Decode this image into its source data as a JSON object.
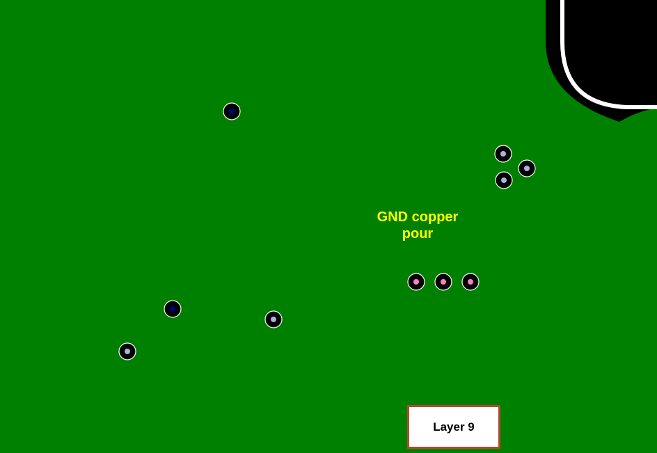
{
  "board": {
    "background_color": "#008000",
    "pour_label": {
      "line1": "GND copper",
      "line2": "pour",
      "color": "#ffff00"
    },
    "layer_indicator": {
      "label": "Layer 9",
      "border_color": "#b04a2e"
    },
    "colors": {
      "via_ring": "#000000",
      "via_outline": "#ffffff",
      "via_center_navy": "#000080",
      "via_center_lavender": "#b0b0dc",
      "via_center_pink": "#ff80c0",
      "cutout_fill": "#000000",
      "cutout_outline": "#ffffff"
    },
    "vias": [
      {
        "id": "via-1",
        "center": "navy"
      },
      {
        "id": "via-2",
        "center": "lavender"
      },
      {
        "id": "via-3",
        "center": "lavender"
      },
      {
        "id": "via-4",
        "center": "lavender"
      },
      {
        "id": "via-5",
        "center": "pink"
      },
      {
        "id": "via-6",
        "center": "pink"
      },
      {
        "id": "via-7",
        "center": "pink"
      },
      {
        "id": "via-8",
        "center": "navy"
      },
      {
        "id": "via-9",
        "center": "lavender"
      },
      {
        "id": "via-10",
        "center": "lavender"
      }
    ]
  }
}
